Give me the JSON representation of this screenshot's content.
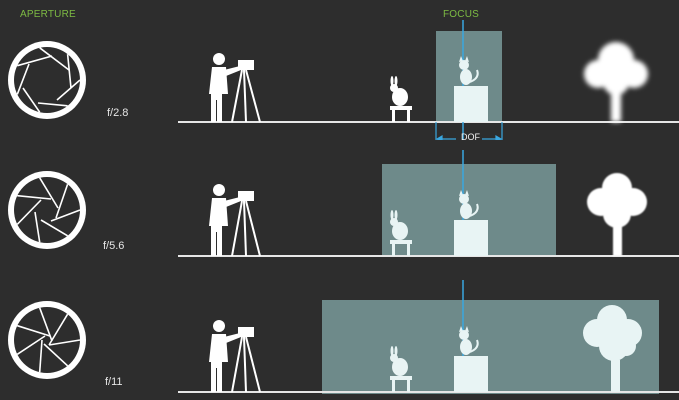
{
  "header": {
    "aperture_label": "APERTURE",
    "focus_label": "FOCUS"
  },
  "colors": {
    "background": "#2d2d2d",
    "header_green": "#7dbb43",
    "focus_line": "#3aa7e0",
    "dof_zone": "#6e8a8a",
    "subject_light": "#e8f4f4"
  },
  "rows": [
    {
      "f_number": "f/2.8",
      "dof_label": "DOF",
      "icons": [
        "aperture-icon",
        "photographer-icon",
        "camera-tripod-icon",
        "rabbit-icon",
        "cat-icon",
        "tree-icon"
      ]
    },
    {
      "f_number": "f/5.6",
      "icons": [
        "aperture-icon",
        "photographer-icon",
        "camera-tripod-icon",
        "rabbit-icon",
        "cat-icon",
        "tree-icon"
      ]
    },
    {
      "f_number": "f/11",
      "icons": [
        "aperture-icon",
        "photographer-icon",
        "camera-tripod-icon",
        "rabbit-icon",
        "cat-icon",
        "tree-icon"
      ]
    }
  ]
}
